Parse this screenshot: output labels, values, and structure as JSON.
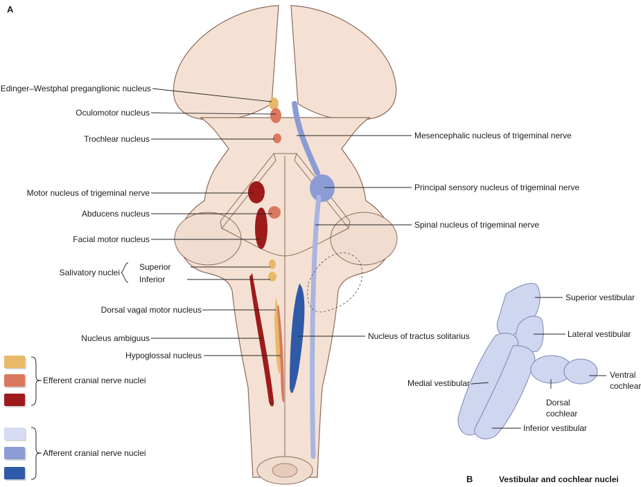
{
  "panel_a_letter": "A",
  "panel_b_letter": "B",
  "panel_b_title": "Vestibular and cochlear nuclei",
  "left_labels": {
    "edinger": "Edinger–Westphal preganglionic nucleus",
    "oculomotor": "Oculomotor nucleus",
    "trochlear": "Trochlear nucleus",
    "motor_trigeminal": "Motor nucleus of trigeminal nerve",
    "abducens": "Abducens nucleus",
    "facial_motor": "Facial motor nucleus",
    "salivatory": "Salivatory nuclei",
    "superior": "Superior",
    "inferior": "Inferior",
    "dorsal_vagal": "Dorsal vagal motor nucleus",
    "ambiguus": "Nucleus ambiguus",
    "hypoglossal": "Hypoglossal nucleus"
  },
  "right_labels": {
    "mesencephalic": "Mesencephalic nucleus of trigeminal nerve",
    "principal_sensory": "Principal sensory nucleus of trigeminal nerve",
    "spinal_trigeminal": "Spinal nucleus of trigeminal nerve",
    "tractus_solitarius": "Nucleus of tractus solitarius"
  },
  "vestibular_labels": {
    "superior_vestibular": "Superior vestibular",
    "lateral_vestibular": "Lateral vestibular",
    "ventral_cochlear_1": "Ventral",
    "ventral_cochlear_2": "cochlear",
    "medial_vestibular": "Medial vestibular",
    "dorsal_cochlear_1": "Dorsal",
    "dorsal_cochlear_2": "cochlear",
    "inferior_vestibular": "Inferior vestibular"
  },
  "legend": {
    "efferent_label": "Efferent cranial nerve nuclei",
    "afferent_label": "Afferent cranial nerve nuclei",
    "efferent_colors": [
      "#e8b968",
      "#d9785e",
      "#9e1b1b"
    ],
    "afferent_colors": [
      "#d7dcf3",
      "#8b9bd4",
      "#2f5aa8"
    ]
  },
  "colors": {
    "brainstem_fill": "#f5e1d3",
    "brainstem_stroke": "#8a6a5a",
    "peduncle_fill": "#f0ddd0",
    "vestibular_fill": "#cfd6f0"
  }
}
